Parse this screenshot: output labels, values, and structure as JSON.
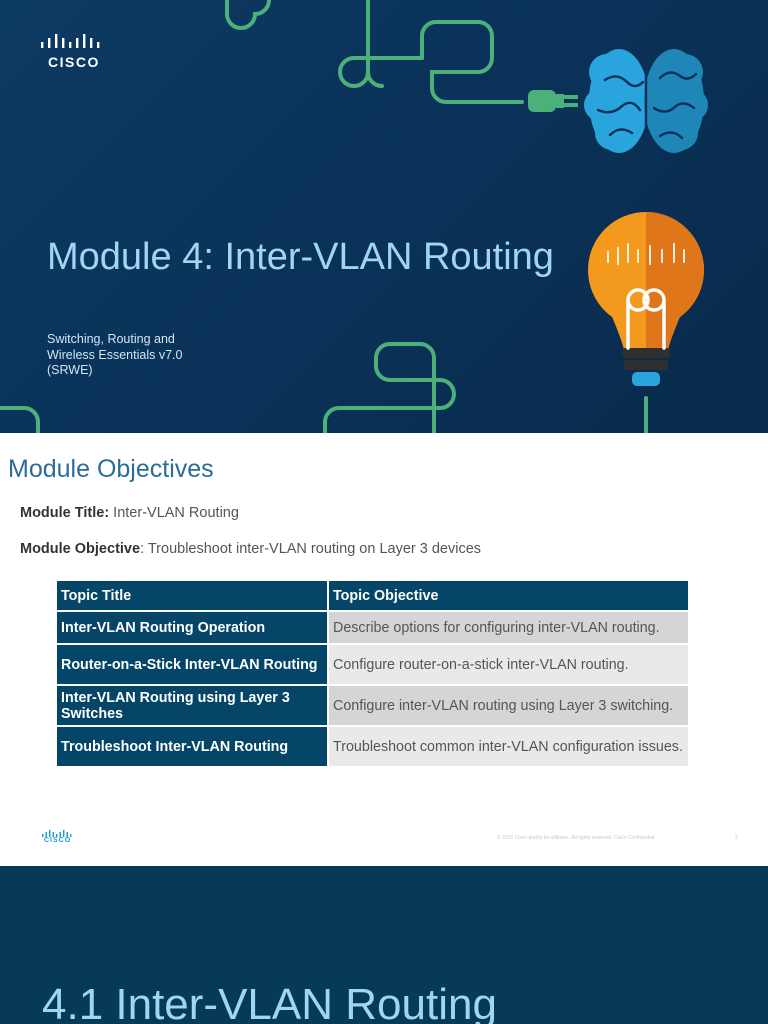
{
  "title_slide": {
    "logo_text": "CISCO",
    "title": "Module 4: Inter-VLAN Routing",
    "subtitle": "Switching, Routing and Wireless Essentials v7.0 (SRWE)"
  },
  "objectives_slide": {
    "heading": "Module Objectives",
    "module_title_label": "Module Title:",
    "module_title_value": " Inter-VLAN Routing",
    "module_objective_label": "Module Objective",
    "module_objective_value": ": Troubleshoot inter-VLAN routing on Layer 3 devices",
    "table": {
      "headers": [
        "Topic Title",
        "Topic Objective"
      ],
      "rows": [
        [
          "Inter-VLAN Routing Operation",
          "Describe options for configuring inter-VLAN routing."
        ],
        [
          "Router-on-a-Stick Inter-VLAN Routing",
          "Configure router-on-a-stick inter-VLAN routing."
        ],
        [
          "Inter-VLAN Routing using Layer 3 Switches",
          "Configure inter-VLAN routing using Layer 3 switching."
        ],
        [
          "Troubleshoot Inter-VLAN Routing",
          "Troubleshoot common inter-VLAN configuration issues."
        ]
      ]
    },
    "footer": {
      "logo_text": "CISCO",
      "copyright": "© 2016  Cisco and/or its affiliates. All rights reserved.   Cisco Confidential",
      "page_number": "2"
    }
  },
  "section_slide": {
    "title": "4.1 Inter-VLAN Routing"
  },
  "colors": {
    "dark_blue": "#0a3157",
    "table_header": "#054668",
    "heading_blue": "#2b6d96",
    "title_light_blue": "#9fd6f2",
    "green_line": "#4cb07a",
    "bulb_orange": "#f39a1e",
    "brain_blue": "#29a4dc"
  },
  "icons": [
    "cisco-logo-icon",
    "plug-icon",
    "brain-icon",
    "lightbulb-icon"
  ]
}
